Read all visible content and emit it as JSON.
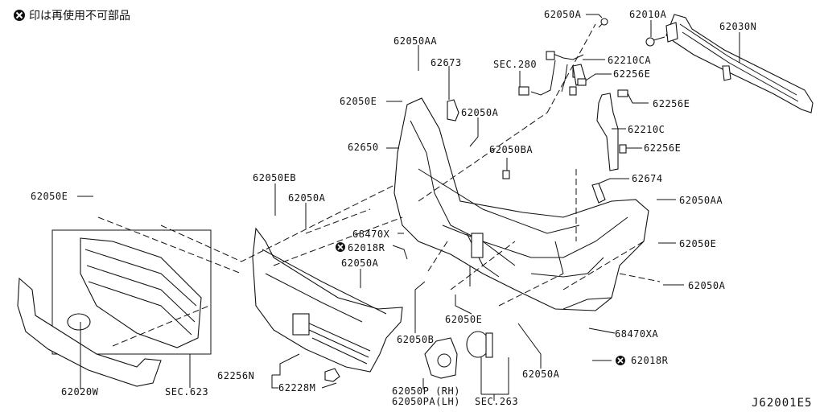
{
  "legend": {
    "icon": "non-reusable-x-icon",
    "text": "印は再使用不可部品"
  },
  "drawing_code": "J62001E5",
  "parts": [
    {
      "id": "p1",
      "label": "62050A"
    },
    {
      "id": "p2",
      "label": "62010A"
    },
    {
      "id": "p3",
      "label": "62030N"
    },
    {
      "id": "p4",
      "label": "62050AA"
    },
    {
      "id": "p5",
      "label": "62673"
    },
    {
      "id": "p6",
      "label": "SEC.280"
    },
    {
      "id": "p7",
      "label": "62210CA"
    },
    {
      "id": "p8",
      "label": "62256E"
    },
    {
      "id": "p9",
      "label": "62050E"
    },
    {
      "id": "p10",
      "label": "62256E"
    },
    {
      "id": "p11",
      "label": "62050A"
    },
    {
      "id": "p12",
      "label": "62210C"
    },
    {
      "id": "p13",
      "label": "62650"
    },
    {
      "id": "p14",
      "label": "62050BA"
    },
    {
      "id": "p15",
      "label": "62256E"
    },
    {
      "id": "p16",
      "label": "62674"
    },
    {
      "id": "p17",
      "label": "62050EB"
    },
    {
      "id": "p18",
      "label": "62050E"
    },
    {
      "id": "p19",
      "label": "62050A"
    },
    {
      "id": "p20",
      "label": "62050AA"
    },
    {
      "id": "p21",
      "label": "68470X"
    },
    {
      "id": "p22",
      "label": "62018R"
    },
    {
      "id": "p23",
      "label": "62050A"
    },
    {
      "id": "p24",
      "label": "62050E"
    },
    {
      "id": "p25",
      "label": "62050A"
    },
    {
      "id": "p26",
      "label": "62050E"
    },
    {
      "id": "p27",
      "label": "62050B"
    },
    {
      "id": "p28",
      "label": "68470XA"
    },
    {
      "id": "p29",
      "label": "62018R"
    },
    {
      "id": "p30",
      "label": "62050A"
    },
    {
      "id": "p31",
      "label": "62256N"
    },
    {
      "id": "p32",
      "label": "62228M"
    },
    {
      "id": "p33",
      "label": "62050P (RH)"
    },
    {
      "id": "p34",
      "label": "62050PA(LH)"
    },
    {
      "id": "p35",
      "label": "SEC.263"
    },
    {
      "id": "p36",
      "label": "62020W"
    },
    {
      "id": "p37",
      "label": "SEC.623"
    }
  ]
}
